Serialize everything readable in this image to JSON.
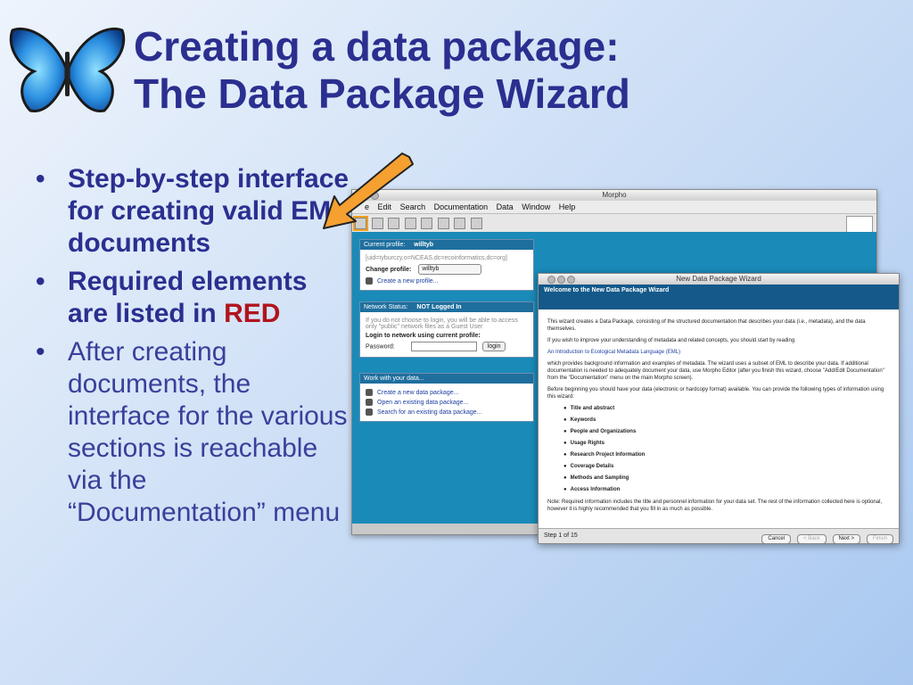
{
  "slide": {
    "title_line1": "Creating a data package:",
    "title_line2": "The Data Package Wizard",
    "bullets": [
      "Step-by-step interface for creating valid EML documents",
      "Required elements are listed in",
      "RED",
      "After creating documents, the interface for the various sections is reachable via the “Documentation” menu"
    ],
    "accent_color": "#2b2f8f",
    "red_color": "#b0141e"
  },
  "morpho": {
    "title": "Morpho",
    "menu": [
      "e",
      "Edit",
      "Search",
      "Documentation",
      "Data",
      "Window",
      "Help"
    ],
    "current_profile_label": "Current profile:",
    "current_profile_value": "willtyb",
    "profile_dn": "[uid=tyburczy,o=NCEAS,dc=ecoinformatics,dc=org]",
    "change_profile_label": "Change profile:",
    "change_profile_value": "willtyb",
    "create_profile": "Create a new profile...",
    "network_status_label": "Network Status:",
    "network_status_value": "NOT Logged In",
    "guest_note": "If you do not choose to login, you will be able to access only \"public\" network files as a Guest User",
    "login_prompt": "Login to network using current profile:",
    "password_label": "Password:",
    "login_button": "login",
    "work_header": "Work with your data...",
    "work_create": "Create a new data package...",
    "work_open": "Open an existing data package...",
    "work_search": "Search for an existing data package..."
  },
  "wizard": {
    "title": "New Data Package Wizard",
    "header": "Welcome to the New Data Package Wizard",
    "intro": "This wizard creates a Data Package, consisting of the structured documentation that describes your data (i.e., metadata), and the data themselves.",
    "improve": "If you wish to improve your understanding of metadata and related concepts, you should start by reading",
    "link": "An Introduction to Ecological Metadata Language (EML)",
    "provides": "which provides background information and examples of metadata. The wizard uses a subset of EML to describe your data. If additional documentation is needed to adequately document your data, use Morpho Editor (after you finish this wizard, choose \"Add/Edit Documentation\" from the \"Documentation\" menu on the main Morpho screen).",
    "before": "Before beginning you should have your data (electronic or hardcopy format) available. You can provide the following types of information using this wizard:",
    "items": [
      "Title and abstract",
      "Keywords",
      "People and Organizations",
      "Usage Rights",
      "Research Project Information",
      "Coverage Details",
      "Methods and Sampling",
      "Access Information"
    ],
    "note": "Note: Required information includes the title and personnel information for your data set. The rest of the information collected here is optional, however it is highly recommended that you fill in as much as possible.",
    "step": "Step 1 of 15",
    "buttons": [
      "Cancel",
      "< Back",
      "Next >",
      "Finish"
    ]
  }
}
